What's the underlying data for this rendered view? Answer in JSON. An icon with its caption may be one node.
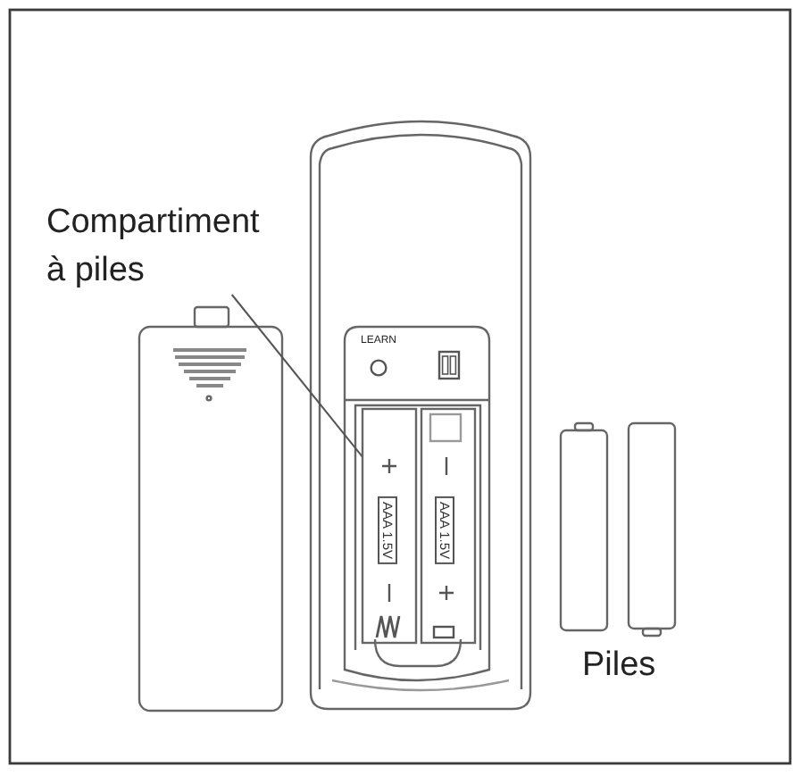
{
  "diagram": {
    "nodes": [
      {
        "text": [
          "Compartiment à piles"
        ]
      },
      {
        "text": [],
        "shape": "box"
      },
      {
        "text": [],
        "shape": "box"
      },
      {
        "text": [],
        "shape": "box"
      },
      {
        "text": [],
        "shape": "box"
      }
    ],
    "edges": [
      {
        "from": 0,
        "to": 1,
        "arrow": "none"
      }
    ],
    "labels": [
      "LEARN",
      "AAA 1.5V",
      "AAA 1.5V",
      "Piles"
    ]
  }
}
